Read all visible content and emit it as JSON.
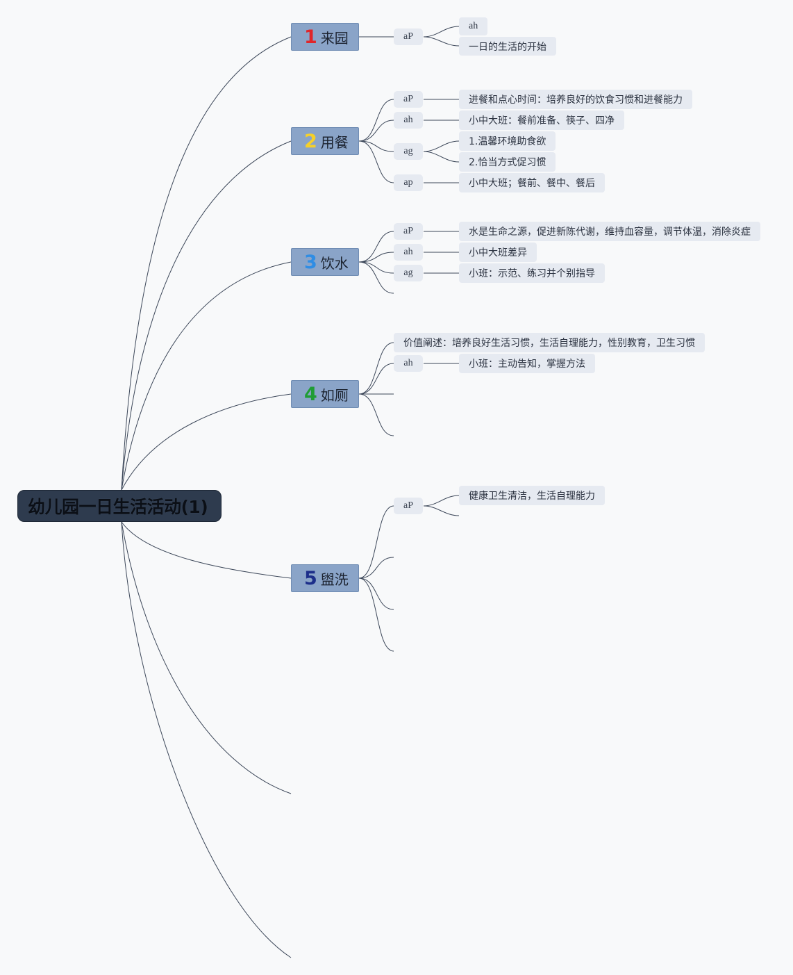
{
  "root": {
    "title": "幼儿园一日生活活动(1)"
  },
  "colors": {
    "background": "#f8f9fa",
    "root_fill": "#2e3b4e",
    "branch_fill": "#8aa4c8",
    "pill_fill": "#e6eaf1",
    "line": "#3b4658"
  },
  "branches": [
    {
      "num": "1",
      "label": "来园",
      "num_color": "#e0262a"
    },
    {
      "num": "2",
      "label": "用餐",
      "num_color": "#f5d02a"
    },
    {
      "num": "3",
      "label": "饮水",
      "num_color": "#2f8de4"
    },
    {
      "num": "4",
      "label": "如厕",
      "num_color": "#1f9d35"
    },
    {
      "num": "5",
      "label": "盥洗",
      "num_color": "#1c2e8a"
    }
  ],
  "b1": {
    "tags": [
      "aP"
    ],
    "leaves": [
      "ah",
      "一日的生活的开始"
    ]
  },
  "b2": {
    "tags": [
      "aP",
      "ah",
      "ag",
      "ap"
    ],
    "leaves": [
      "进餐和点心时间：培养良好的饮食习惯和进餐能力",
      "小中大班：餐前准备、筷子、四净",
      "1.温馨环境助食欲",
      "2.恰当方式促习惯",
      "小中大班；餐前、餐中、餐后"
    ]
  },
  "b3": {
    "tags": [
      "aP",
      "ah",
      "ag"
    ],
    "leaves": [
      "水是生命之源，促进新陈代谢，维持血容量，调节体温，消除炎症",
      "小中大班差异",
      "小班：示范、练习并个别指导"
    ]
  },
  "b4": {
    "tags": [
      "ah"
    ],
    "leaves": [
      "价值阐述：培养良好生活习惯，生活自理能力，性别教育，卫生习惯",
      "小班：主动告知，掌握方法"
    ]
  },
  "b5": {
    "tags": [
      "aP"
    ],
    "leaves": [
      "健康卫生清洁，生活自理能力"
    ]
  }
}
